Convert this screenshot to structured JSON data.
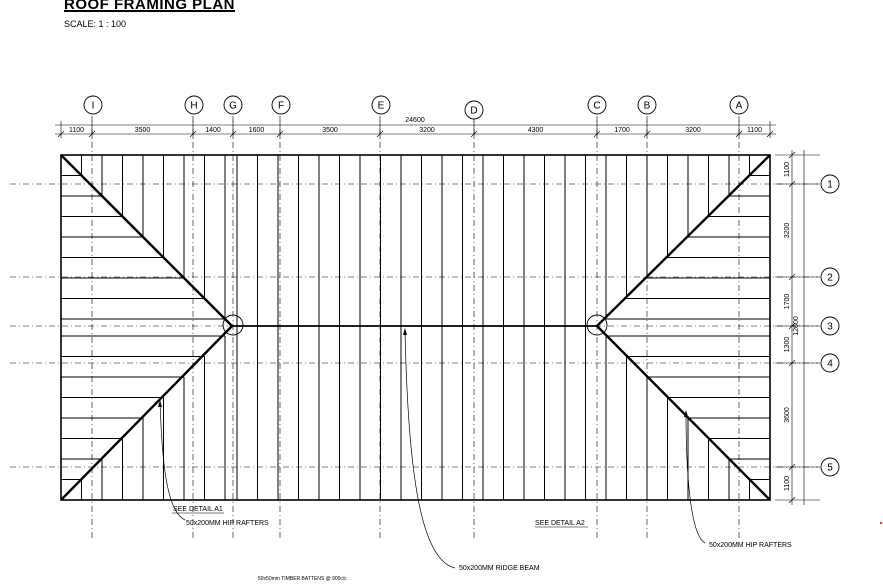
{
  "title": "ROOF FRAMING PLAN",
  "scale": "SCALE: 1 : 100",
  "overall_length": "24600",
  "overall_depth": "12600",
  "grid_letters": [
    "I",
    "H",
    "G",
    "F",
    "E",
    "D",
    "C",
    "B",
    "A"
  ],
  "grid_numbers": [
    "1",
    "2",
    "3",
    "4",
    "5"
  ],
  "top_dims": [
    "1100",
    "3500",
    "1400",
    "1600",
    "3500",
    "3200",
    "4300",
    "1700",
    "3200",
    "1100"
  ],
  "side_dims": [
    "1100",
    "3200",
    "1700",
    "1300",
    "3600",
    "1100"
  ],
  "labels": {
    "detail_a1": "SEE DETAIL A1",
    "detail_a2": "SEE DETAIL A2",
    "hip_left": "50x200MM HIP RAFTERS",
    "hip_right": "50x200MM HIP RAFTERS",
    "ridge": "50x200MM RIDGE BEAM",
    "battens": "50x50mm TIMBER BATTENS @ 900c/c"
  }
}
